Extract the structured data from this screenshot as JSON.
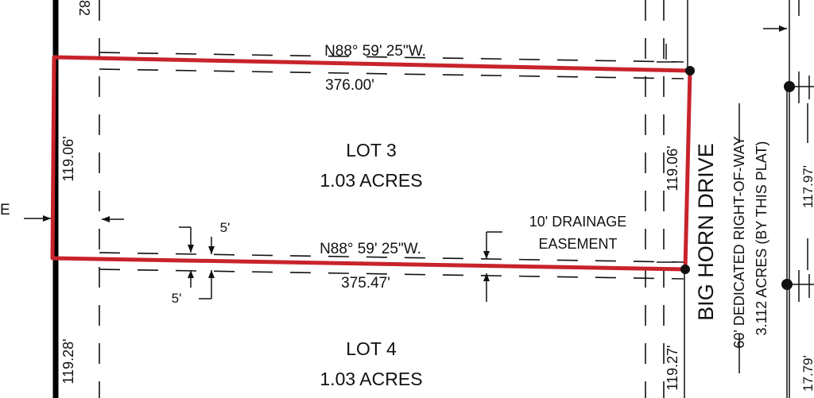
{
  "plat": {
    "top_edge_label": "82",
    "left_label": "E",
    "lot3": {
      "name": "LOT 3",
      "area": "1.03 ACRES",
      "north_bearing": "N88° 59' 25\"W.",
      "north_distance": "376.00'",
      "west_distance": "119.06'",
      "east_distance": "119.06'"
    },
    "lot4": {
      "name": "LOT 4",
      "area": "1.03 ACRES",
      "north_bearing": "N88° 59' 25\"W.",
      "north_distance": "375.47'",
      "west_distance": "119.28'",
      "east_distance": "119.27'"
    },
    "easement": {
      "offset_top": "5'",
      "offset_bottom": "5'",
      "label_line1": "10' DRAINAGE",
      "label_line2": "EASEMENT"
    },
    "road": {
      "name": "BIG HORN DRIVE",
      "row": "60' DEDICATED RIGHT-OF-WAY",
      "area": "3.112 ACRES (BY THIS PLAT)"
    },
    "east_lots": {
      "upper_distance": "117.97'",
      "lower_distance": "17.79'"
    },
    "colors": {
      "highlight": "#c8232c",
      "ink": "#111111"
    }
  }
}
